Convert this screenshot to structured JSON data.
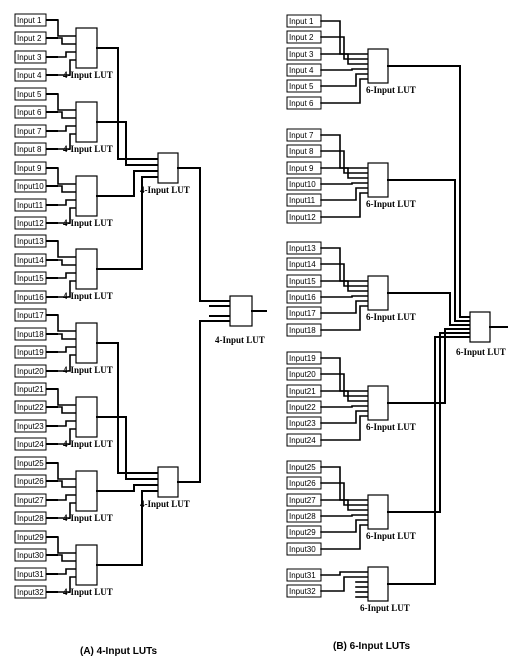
{
  "panels": {
    "a": {
      "caption": "(A) 4-Input LUTs",
      "inputs": [
        "Input 1",
        "Input 2",
        "Input 3",
        "Input 4",
        "Input 5",
        "Input 6",
        "Input 7",
        "Input 8",
        "Input 9",
        "Input10",
        "Input11",
        "Input12",
        "Input13",
        "Input14",
        "Input15",
        "Input16",
        "Input17",
        "Input18",
        "Input19",
        "Input20",
        "Input21",
        "Input22",
        "Input23",
        "Input24",
        "Input25",
        "Input26",
        "Input27",
        "Input28",
        "Input29",
        "Input30",
        "Input31",
        "Input32"
      ],
      "lut_label": "4-Input LUT"
    },
    "b": {
      "caption": "(B) 6-Input LUTs",
      "inputs": [
        "Input 1",
        "Input 2",
        "Input 3",
        "Input 4",
        "Input 5",
        "Input 6",
        "Input 7",
        "Input 8",
        "Input 9",
        "Input10",
        "Input11",
        "Input12",
        "Input13",
        "Input14",
        "Input15",
        "Input16",
        "Input17",
        "Input18",
        "Input19",
        "Input20",
        "Input21",
        "Input22",
        "Input23",
        "Input24",
        "Input25",
        "Input26",
        "Input27",
        "Input28",
        "Input29",
        "Input30",
        "Input31",
        "Input32"
      ],
      "lut_label": "6-Input LUT"
    }
  }
}
